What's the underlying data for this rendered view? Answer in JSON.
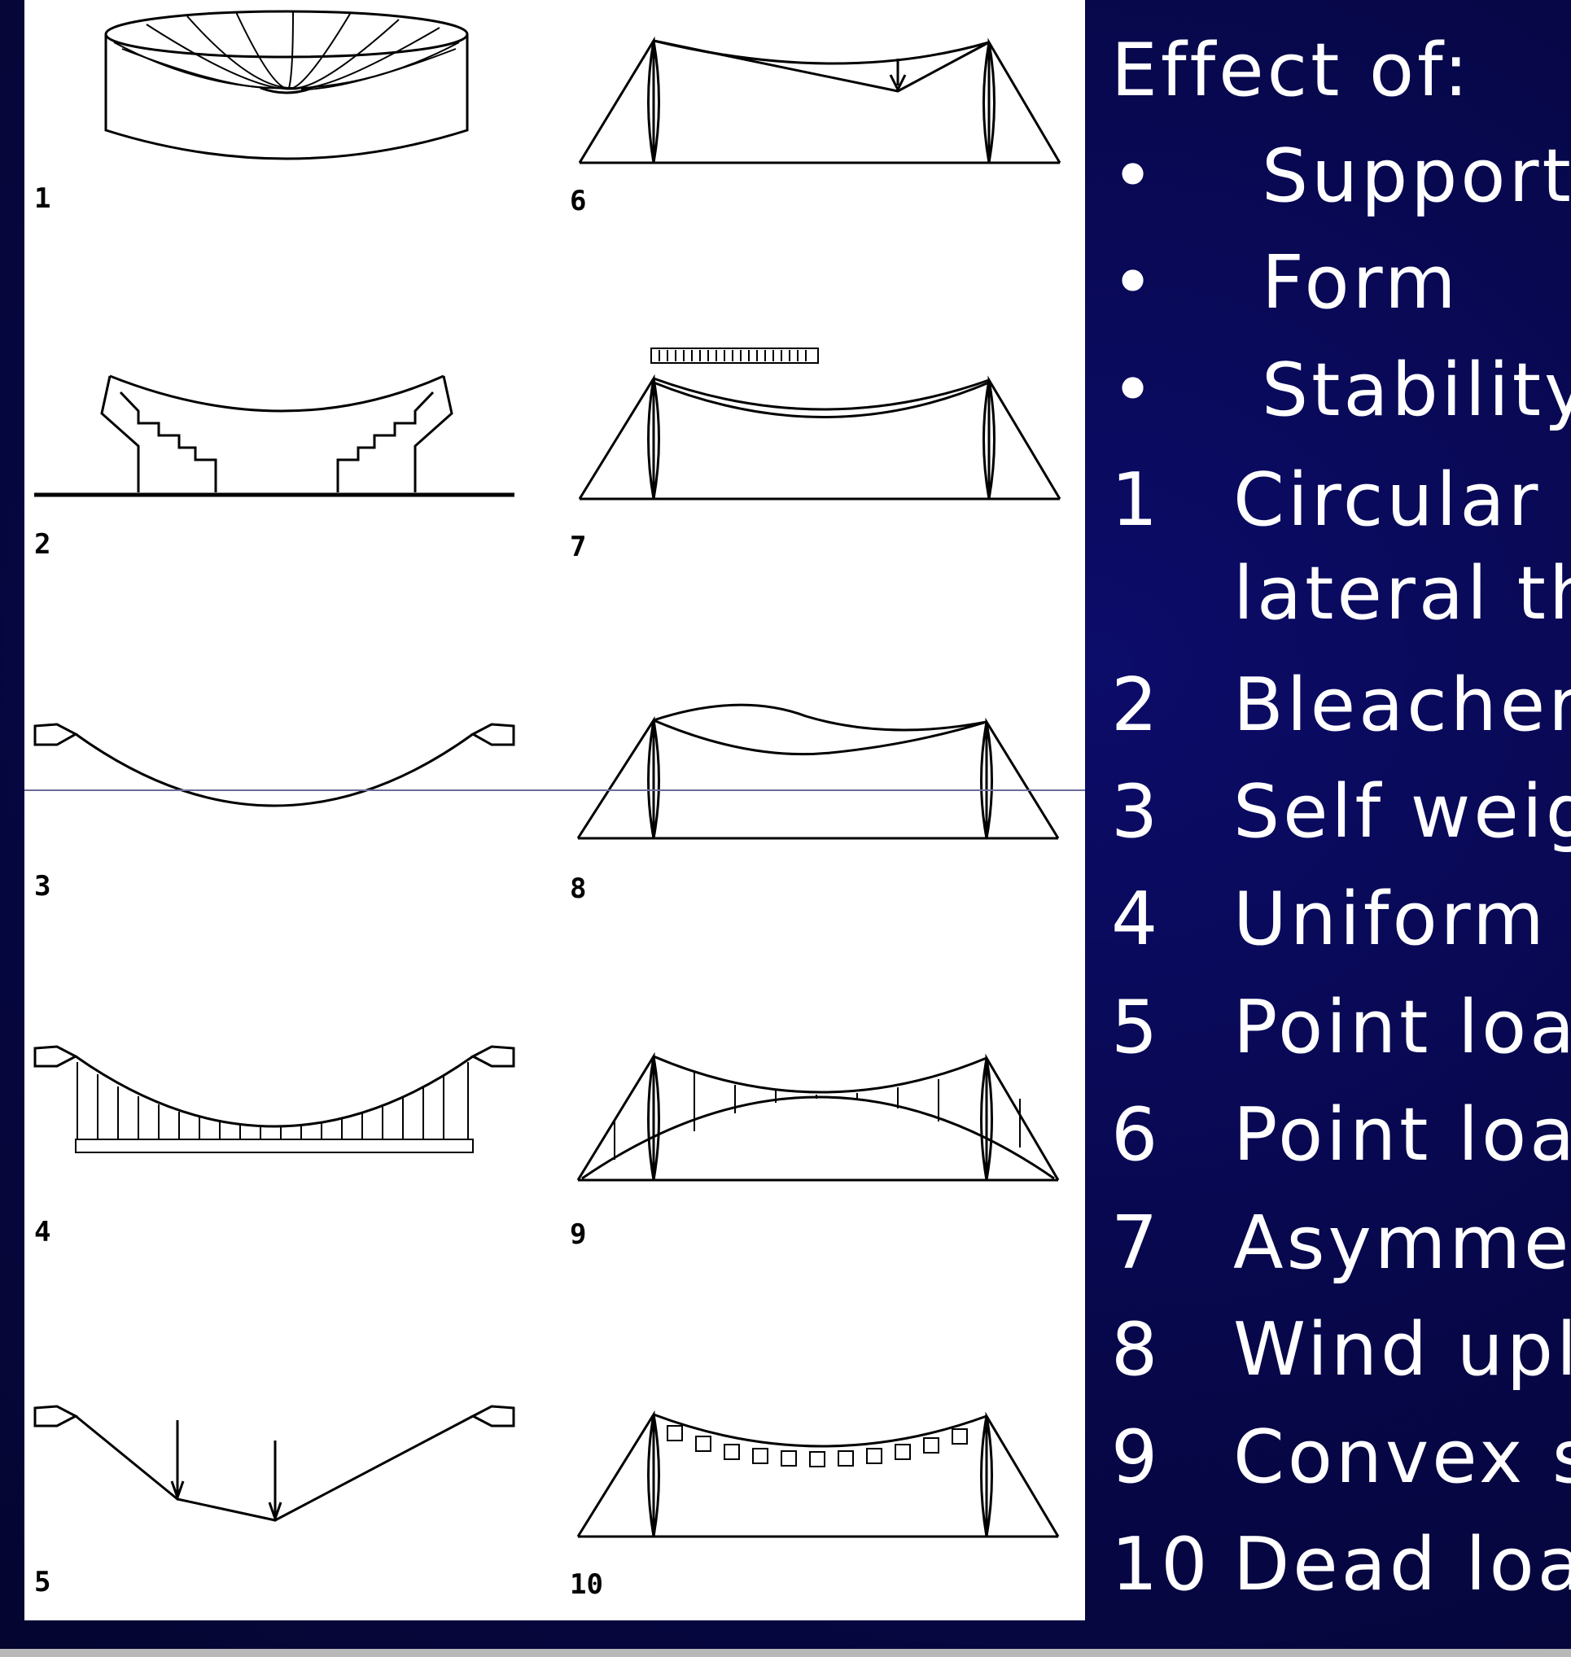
{
  "heading": "Effect of:",
  "bullets": [
    "Support",
    "Form",
    "Stability"
  ],
  "items": [
    {
      "num": "1",
      "text": "Circular s"
    },
    {
      "num": "",
      "text": "lateral thr"
    },
    {
      "num": "2",
      "text": "Bleachers"
    },
    {
      "num": "3",
      "text": "Self weigh"
    },
    {
      "num": "4",
      "text": "Uniform lo"
    },
    {
      "num": "5",
      "text": "Point load"
    },
    {
      "num": "6",
      "text": "Point load"
    },
    {
      "num": "7",
      "text": "Asymmet"
    },
    {
      "num": "8",
      "text": "Wind uplif"
    },
    {
      "num": "9",
      "text": "Convex s"
    },
    {
      "num": "10",
      "text": "Dead load"
    }
  ],
  "figure_labels": [
    "1",
    "2",
    "3",
    "4",
    "5",
    "6",
    "7",
    "8",
    "9",
    "10"
  ]
}
